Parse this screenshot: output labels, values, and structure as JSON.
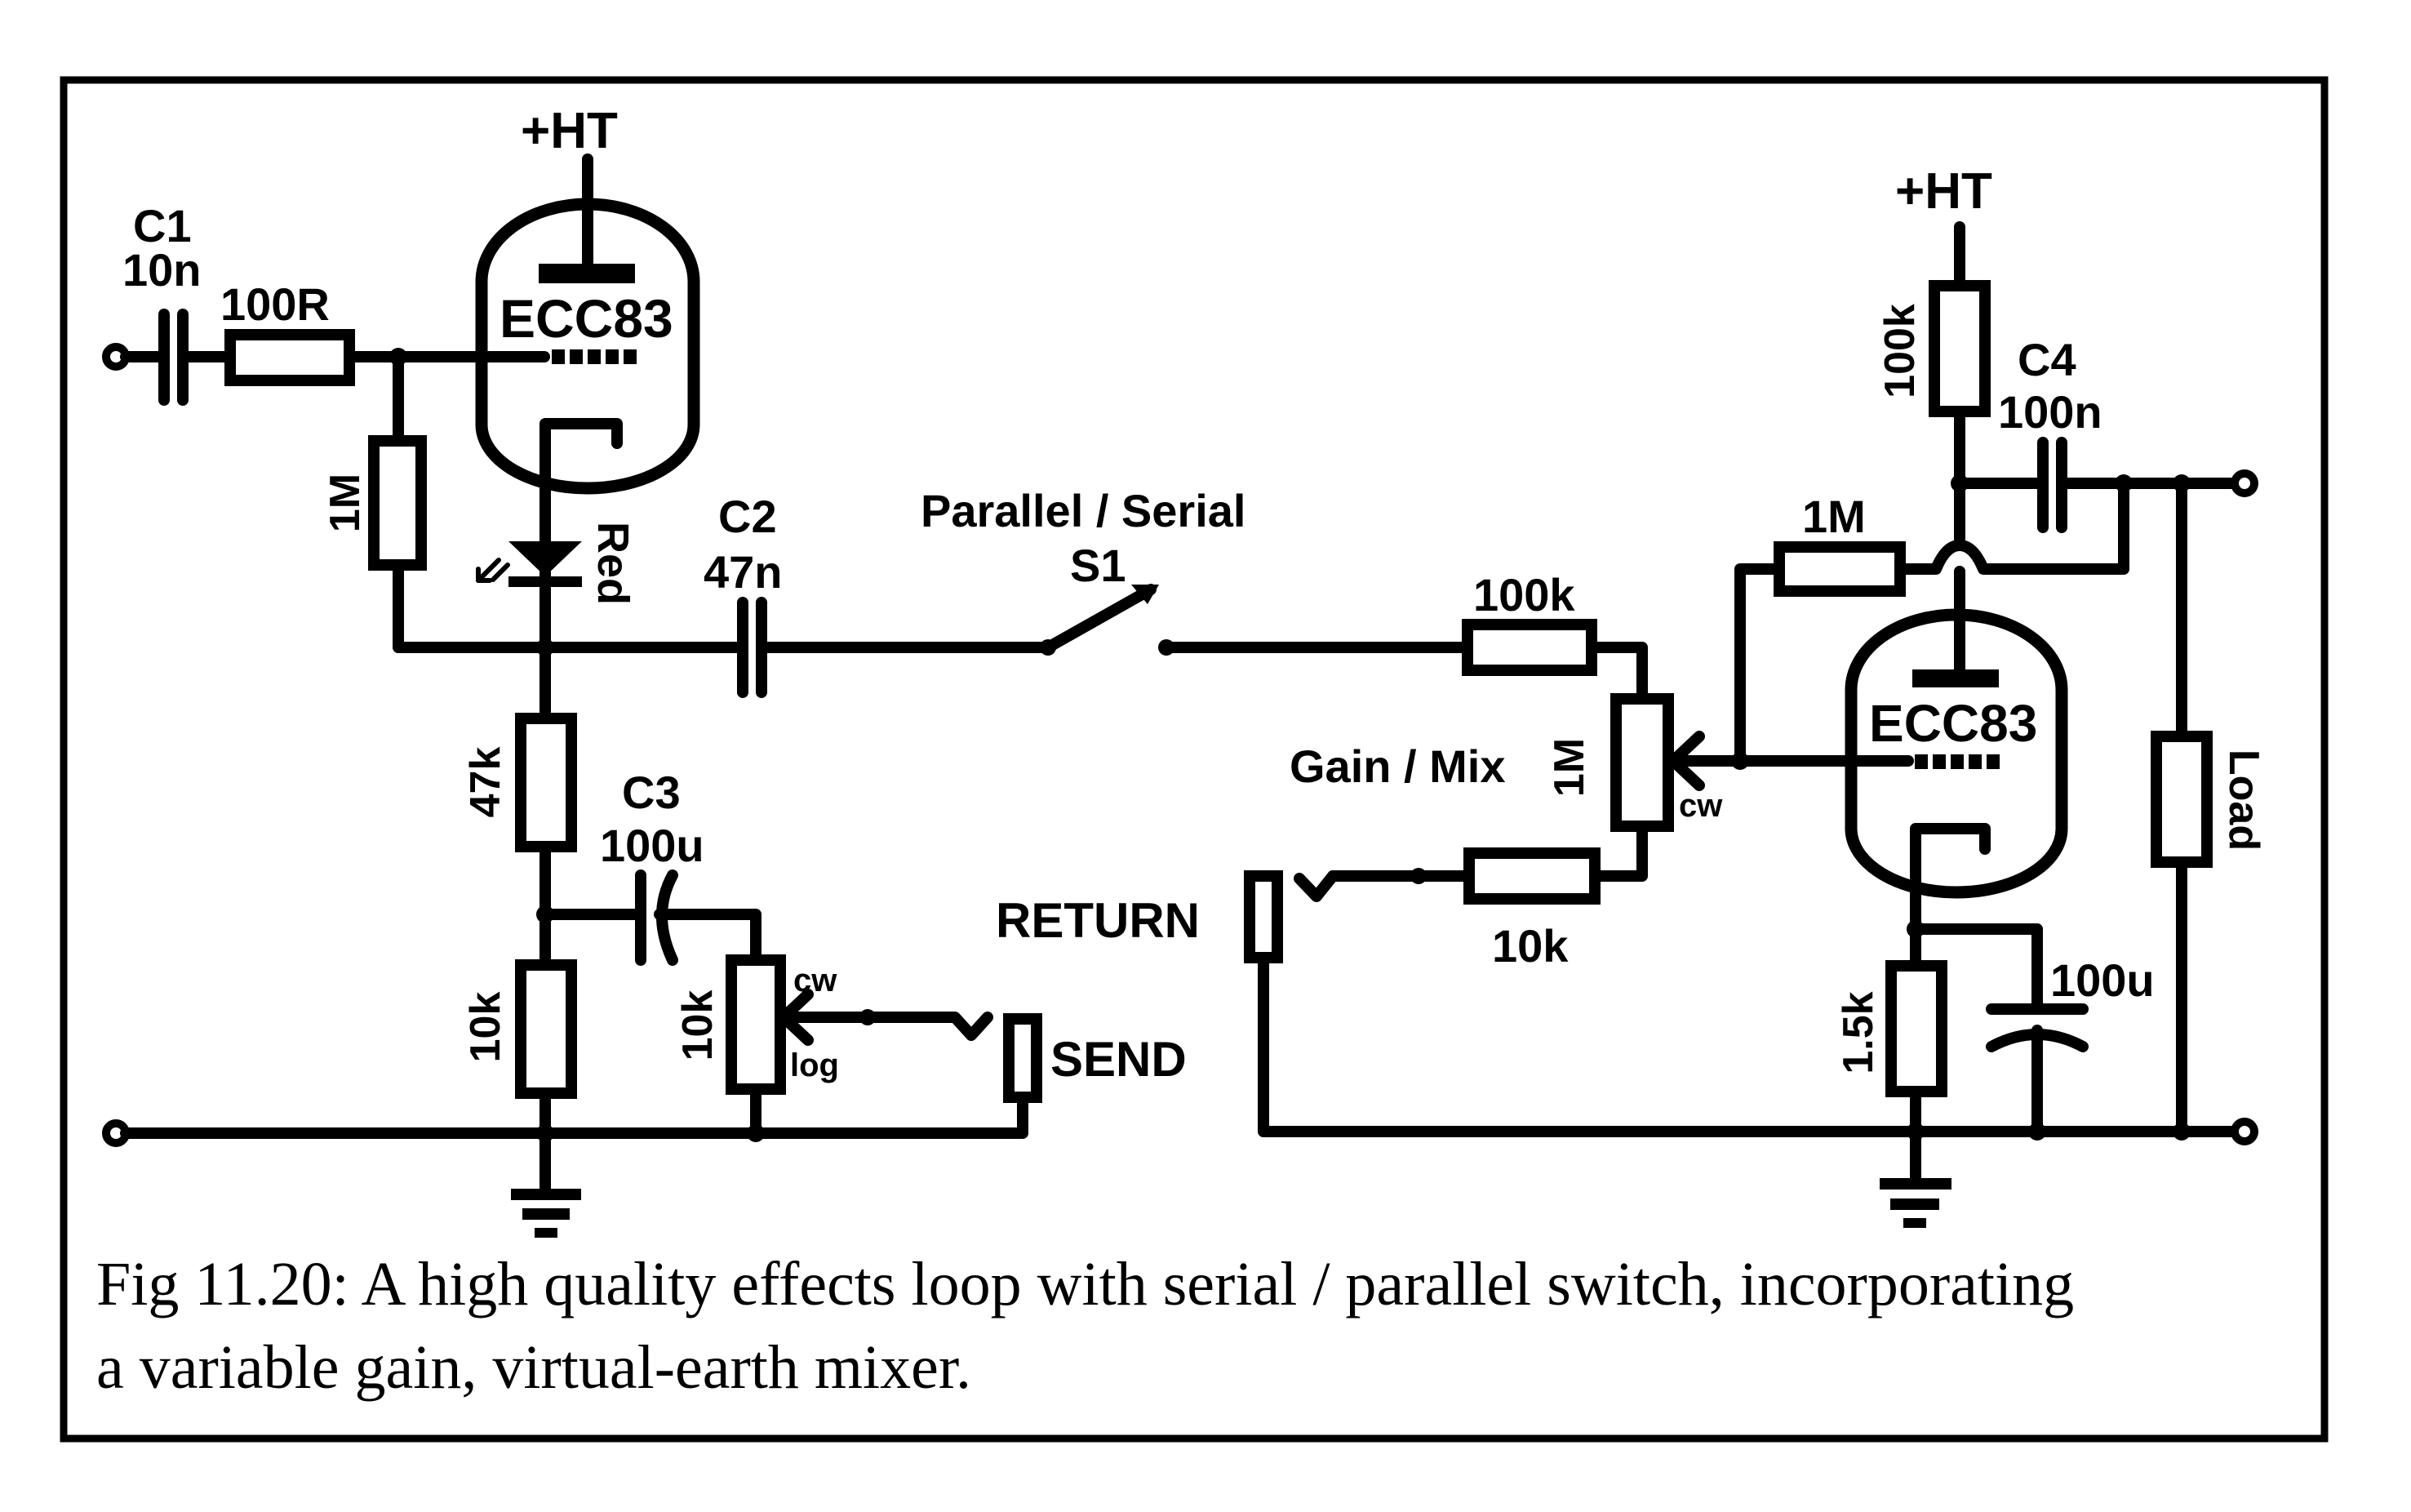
{
  "figure": {
    "caption_line1": "Fig 11.20: A high quality effects loop with serial / parallel switch, incorporating",
    "caption_line2": "a variable gain, virtual-earth mixer."
  },
  "stage1": {
    "supply_label": "+HT",
    "tube_label": "ECC83",
    "c1_name": "C1",
    "c1_value": "10n",
    "grid_stopper": "100R",
    "grid_leak": "1M",
    "led_label": "Red",
    "c2_name": "C2",
    "c2_value": "47n",
    "cathode_r_upper": "47k",
    "cathode_r_lower": "10k",
    "c3_name": "C3",
    "c3_value": "100u",
    "send_pot_value": "10k",
    "send_pot_cw": "cw",
    "send_pot_taper": "log",
    "send_jack": "SEND"
  },
  "switch": {
    "label": "Parallel / Serial",
    "name": "S1"
  },
  "mixer": {
    "input_r": "100k",
    "pot_label": "Gain / Mix",
    "pot_value": "1M",
    "pot_cw": "cw",
    "return_r": "10k",
    "return_jack": "RETURN"
  },
  "stage2": {
    "supply_label": "+HT",
    "tube_label": "ECC83",
    "anode_r": "100k",
    "c4_name": "C4",
    "c4_value": "100n",
    "feedback_r": "1M",
    "cathode_r": "1.5k",
    "cathode_c": "100u",
    "load_label": "Load"
  }
}
